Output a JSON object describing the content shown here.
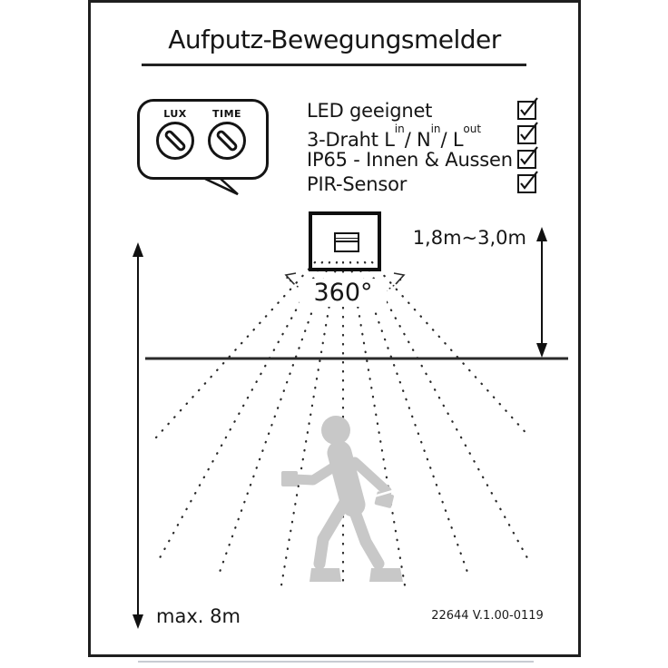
{
  "sheet": {
    "title": "Aufputz-Bewegungsmelder"
  },
  "controls": {
    "dials": [
      {
        "label": "LUX",
        "icon": "screw-slot-dial"
      },
      {
        "label": "TIME",
        "icon": "screw-slot-dial"
      }
    ]
  },
  "features": {
    "items": [
      {
        "label": "LED geeignet",
        "checked": true
      },
      {
        "parts": {
          "p1": "3-Draht L",
          "s1": "in",
          "p2": "/ N",
          "s2": "in",
          "p3": "/ L",
          "s3": "out"
        },
        "checked": true
      },
      {
        "label": "IP65 - Innen & Aussen",
        "checked": true
      },
      {
        "label": "PIR-Sensor",
        "checked": true
      }
    ]
  },
  "diagram": {
    "rotation_label": "360°",
    "mounting_height_label": "1,8m~3,0m",
    "max_range_label": "max. 8m",
    "person_icon": "walking-person-silhouette",
    "beam_style": "dotted-fan-9-rays"
  },
  "footer": {
    "code": "22644 V.1.00-0119"
  },
  "colors": {
    "ink": "#1a1a1a",
    "person": "#c8c8c8",
    "background": "#ffffff"
  }
}
